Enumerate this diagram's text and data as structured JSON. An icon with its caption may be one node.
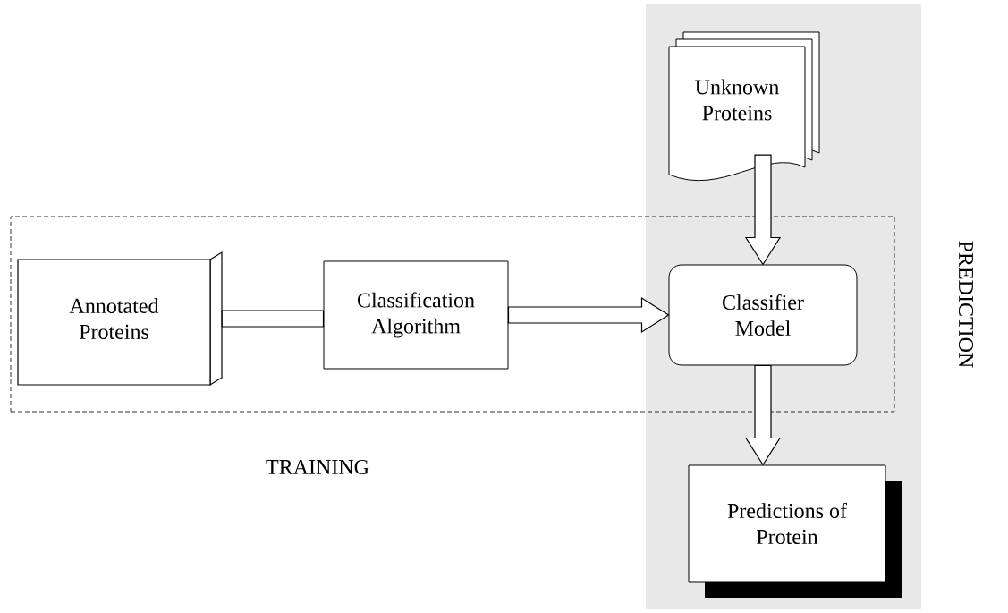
{
  "diagram": {
    "nodes": [
      {
        "text": [
          "TRAINING"
        ]
      },
      {
        "text": [
          "PREDICTION"
        ]
      },
      {
        "text": [
          "Annotated Proteins"
        ],
        "in": 0
      },
      {
        "text": [
          "Classification Algorithm"
        ],
        "in": 0
      },
      {
        "text": [
          "Classifier Model"
        ]
      },
      {
        "text": [
          "Unknown Proteins"
        ],
        "in": 1
      },
      {
        "text": [
          "Predictions of Protein"
        ],
        "in": 1
      }
    ],
    "edges": [
      {
        "from": 2,
        "to": 3,
        "arrow": "none"
      },
      {
        "from": 3,
        "to": 4,
        "arrow": "to"
      },
      {
        "from": 5,
        "to": 4,
        "arrow": "to"
      },
      {
        "from": 4,
        "to": 6,
        "arrow": "to"
      }
    ]
  }
}
